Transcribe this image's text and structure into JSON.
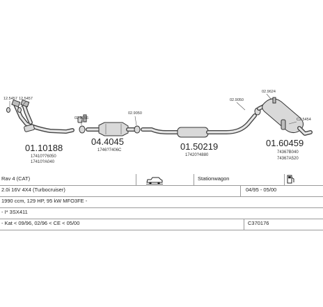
{
  "diagram": {
    "parts": [
      {
        "number": "01.10188",
        "refs": [
          "17410?76050",
          "17410?A040"
        ],
        "sub": [
          "12.5457",
          "12.5457"
        ]
      },
      {
        "number": "04.4045",
        "refs": [
          "1746?7406C"
        ],
        "sub": [
          "02.9056"
        ]
      },
      {
        "number": "01.50219",
        "refs": [
          "17420?4880"
        ],
        "sub": [
          "02.9050"
        ]
      },
      {
        "number": "01.60459",
        "refs": [
          "74367B040",
          "74367A520"
        ],
        "sub": [
          "02.9050",
          "02.9624",
          "C2.5454"
        ]
      }
    ]
  },
  "table": {
    "rows": [
      {
        "cells": [
          "Rav 4 (CAT)",
          "",
          "Stationwagon",
          ""
        ]
      },
      {
        "cells": [
          "2.0i 16V 4X4 (Turbocruiser)",
          "04/95 - 05/00"
        ]
      },
      {
        "cells": [
          "1990 ccm, 129 HP, 95 kW MFO3FE -"
        ]
      },
      {
        "cells": [
          "- I* 3SX411"
        ]
      },
      {
        "cells": [
          "- Kat < 09/96, 02/96 < CE < 05/00",
          "C370176"
        ]
      }
    ]
  }
}
